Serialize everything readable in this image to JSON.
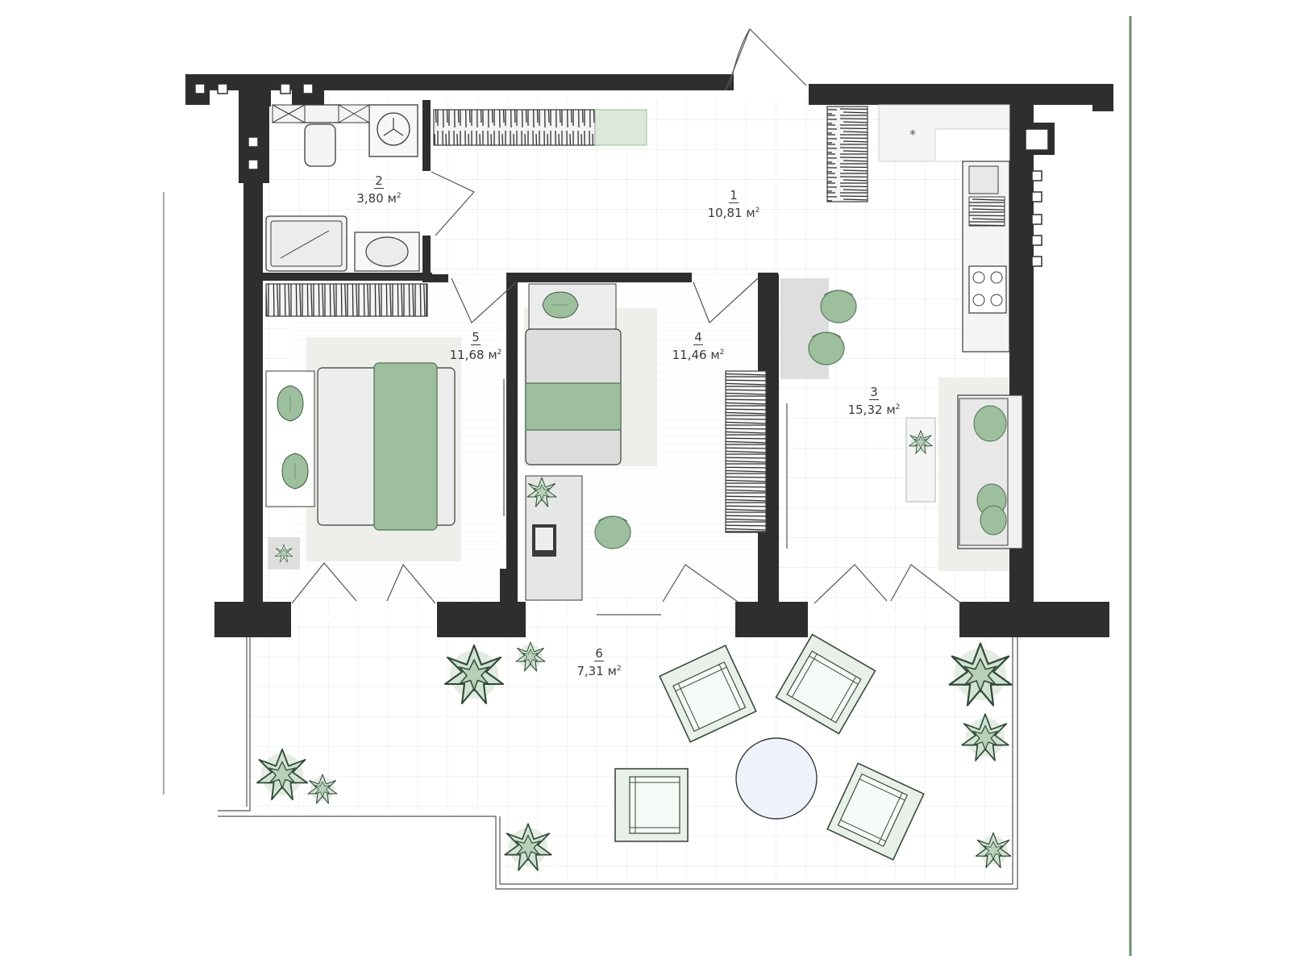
{
  "colors": {
    "wall": "#2e2e2e",
    "floor_grid": "#e6e6e6",
    "sage": "#9dbf9d",
    "sage_light": "#d7e6d7",
    "sage_pale": "#e8f0e8",
    "furniture_gray": "#dedede",
    "rug": "#eeeeea",
    "accent_border": "#6a8f70"
  },
  "rooms": [
    {
      "number": "1",
      "area": "10,81",
      "unit": "м",
      "unit_power": "2"
    },
    {
      "number": "2",
      "area": "3,80",
      "unit": "м",
      "unit_power": "2"
    },
    {
      "number": "3",
      "area": "15,32",
      "unit": "м",
      "unit_power": "2"
    },
    {
      "number": "4",
      "area": "11,46",
      "unit": "м",
      "unit_power": "2"
    },
    {
      "number": "5",
      "area": "11,68",
      "unit": "м",
      "unit_power": "2"
    },
    {
      "number": "6",
      "area": "7,31",
      "unit": "м",
      "unit_power": "2"
    }
  ],
  "icons": [
    "plant-icon",
    "armchair-icon",
    "bed-icon",
    "sofa-icon",
    "wardrobe-icon",
    "toilet-icon",
    "bathtub-icon",
    "sink-icon",
    "washing-machine-icon",
    "stove-icon",
    "kitchen-sink-icon",
    "desk-icon",
    "round-table-icon"
  ]
}
